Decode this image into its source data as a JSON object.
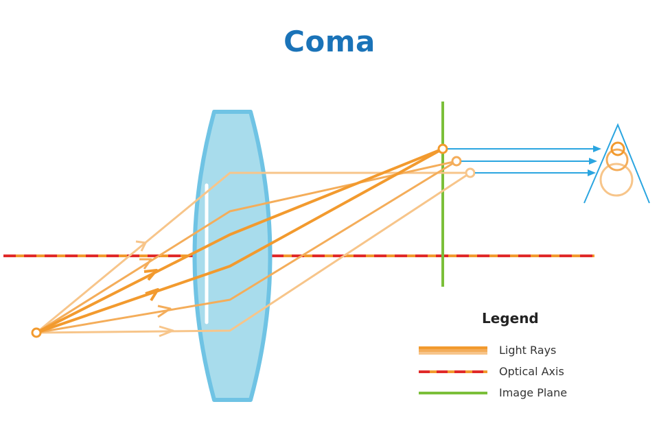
{
  "title": "Coma",
  "legend": {
    "title": "Legend",
    "items": [
      {
        "label": "Light Rays",
        "color": "#f29a2e"
      },
      {
        "label": "Optical Axis",
        "color": "#e02a2a"
      },
      {
        "label": "Image Plane",
        "color": "#7bbf3a"
      }
    ]
  },
  "colors": {
    "title": "#1a73b8",
    "lens_fill": "#a8dcec",
    "lens_stroke": "#6fc3e4",
    "ray_dark": "#f29a2e",
    "ray_mid": "#f4ad5a",
    "ray_light": "#f7c58a",
    "optical_axis_red": "#e02a2a",
    "optical_axis_orange": "#f29a2e",
    "image_plane": "#7bbf3a",
    "eye_blue": "#2aa5e0"
  }
}
